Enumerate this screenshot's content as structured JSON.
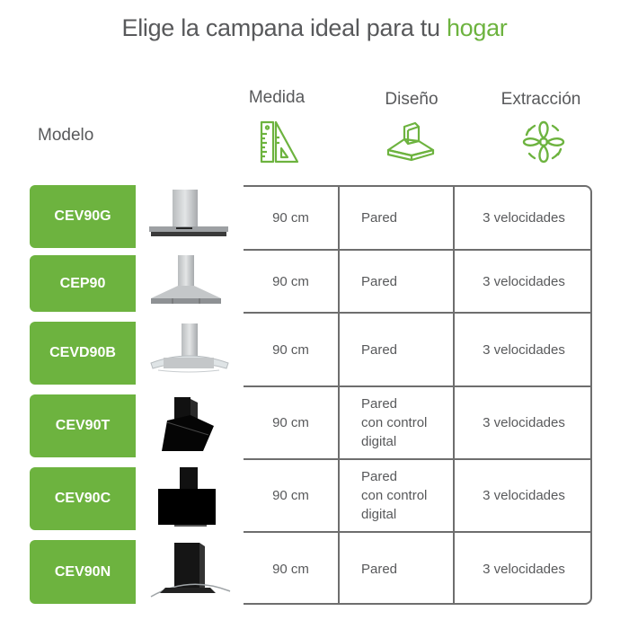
{
  "title": {
    "prefix": "Elige la campana ideal para tu",
    "accent": "hogar",
    "accent_color": "#6db33f"
  },
  "columns": {
    "model": "Modelo",
    "medida": {
      "label": "Medida",
      "icon": "ruler-triangle-icon"
    },
    "diseno": {
      "label": "Diseño",
      "icon": "range-hood-icon"
    },
    "extraccion": {
      "label": "Extracción",
      "icon": "fan-icon"
    }
  },
  "colors": {
    "brand_green": "#6db33f",
    "text": "#58595b",
    "border": "#6e6e6e"
  },
  "rows": [
    {
      "model": "CEV90G",
      "image": "stainless-t-shape-hood",
      "medida": "90 cm",
      "diseno": [
        "Pared"
      ],
      "extraccion": "3 velocidades"
    },
    {
      "model": "CEP90",
      "image": "stainless-pyramid-hood",
      "medida": "90 cm",
      "diseno": [
        "Pared"
      ],
      "extraccion": "3 velocidades"
    },
    {
      "model": "CEVD90B",
      "image": "stainless-curved-glass-hood",
      "medida": "90 cm",
      "diseno": [
        "Pared"
      ],
      "extraccion": "3 velocidades"
    },
    {
      "model": "CEV90T",
      "image": "black-angled-hood",
      "medida": "90 cm",
      "diseno": [
        "Pared",
        "con control",
        "digital"
      ],
      "extraccion": "3 velocidades"
    },
    {
      "model": "CEV90C",
      "image": "black-vertical-hood",
      "medida": "90 cm",
      "diseno": [
        "Pared",
        "con control",
        "digital"
      ],
      "extraccion": "3 velocidades"
    },
    {
      "model": "CEV90N",
      "image": "black-curved-glass-hood",
      "medida": "90 cm",
      "diseno": [
        "Pared"
      ],
      "extraccion": "3 velocidades"
    }
  ]
}
